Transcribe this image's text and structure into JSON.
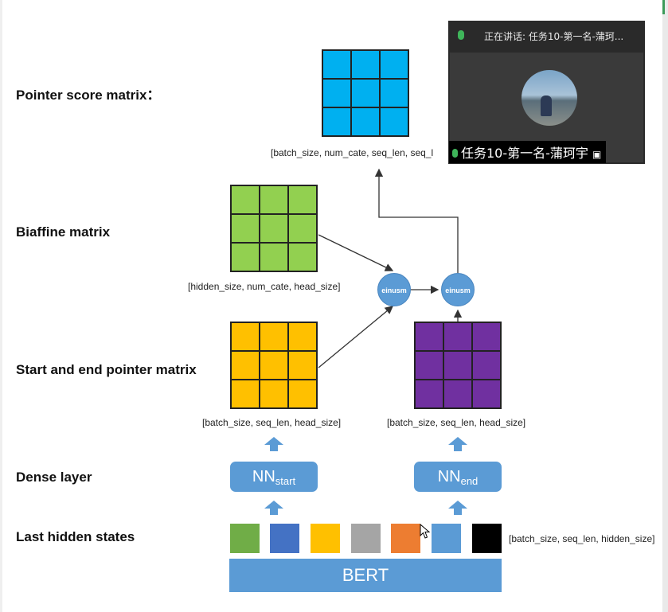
{
  "labels": {
    "pointer_score": "Pointer score matrix：",
    "biaffine": "Biaffine matrix",
    "start_end": "Start and end pointer matrix",
    "dense": "Dense layer",
    "last_hidden": "Last hidden states"
  },
  "dims": {
    "pointer_score": "[batch_size, num_cate, seq_len, seq_l",
    "biaffine": "[hidden_size, num_cate, head_size]",
    "start": "[batch_size, seq_len, head_size]",
    "end": "[batch_size, seq_len, head_size]",
    "hidden": "[batch_size, seq_len, hidden_size]"
  },
  "nodes": {
    "nn_start_main": "NN",
    "nn_start_sub": "start",
    "nn_end_main": "NN",
    "nn_end_sub": "end",
    "einsum_1": "einusm",
    "einsum_2": "einusm",
    "bert": "BERT"
  },
  "colors": {
    "pointer_score": "#00b0f0",
    "biaffine": "#92d050",
    "start": "#ffc000",
    "end": "#7030a0",
    "node_blue": "#5b9bd5",
    "hidden_states": [
      "#70ad47",
      "#4472c4",
      "#ffc000",
      "#a5a5a5",
      "#ed7d31",
      "#5b9bd5",
      "#000000"
    ]
  },
  "overlay": {
    "title": "正在讲话: 任务10-第一名-蒲珂...",
    "speaker": "任务10-第一名-蒲珂宇"
  }
}
